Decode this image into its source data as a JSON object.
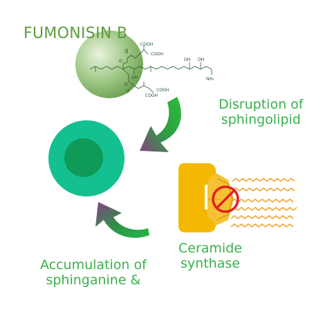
{
  "title": "FUMONISIN B",
  "molecule": {
    "cooh": "COOH",
    "nh2": "NH₂",
    "oh": "OH",
    "o": "O"
  },
  "disruption": {
    "line1": "Disruption of",
    "line2": "sphingolipid"
  },
  "enzyme": {
    "line1": "Ceramide",
    "line2": "synthase"
  },
  "accumulation": {
    "line1": "Accumulation of",
    "line2": "sphinganine &"
  },
  "colors": {
    "title": "#5e9b3c",
    "text_green": "#39b04a",
    "cell_outer": "#14c08f",
    "cell_nucleus": "#0f9a57",
    "enzyme_orange": "#f5b800",
    "enzyme_yellow": "#f6c233",
    "inhibit_red": "#e31e24",
    "lipid_chain": "#f0a431"
  }
}
